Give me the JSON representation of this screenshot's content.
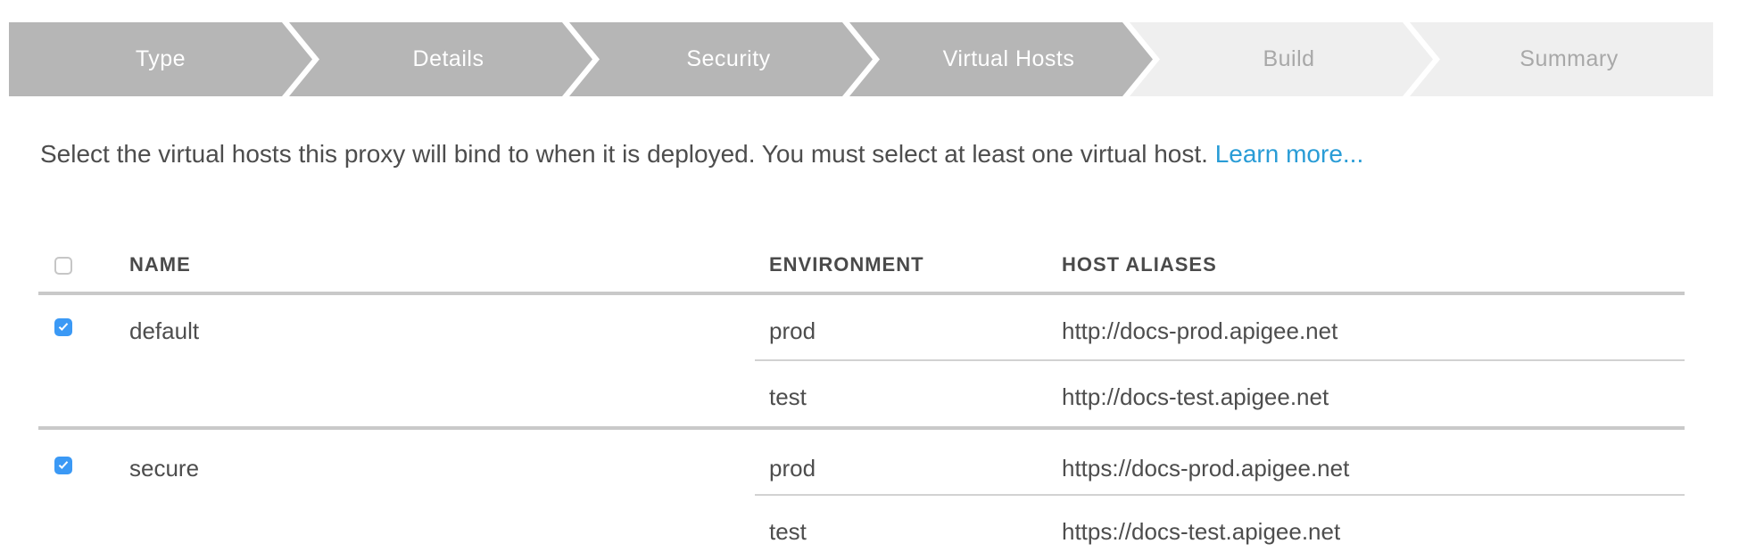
{
  "colors": {
    "step_active_bg": "#b6b6b6",
    "step_active_text": "#ffffff",
    "step_inactive_bg": "#efefef",
    "step_inactive_text": "#a8a8a8",
    "link_blue": "#299cd6",
    "checkbox_blue": "#3b99f5",
    "text_dark": "#4d4d4d",
    "separator_gray": "#c9c9c9"
  },
  "stepper": {
    "steps": [
      {
        "label": "Type",
        "state": "active"
      },
      {
        "label": "Details",
        "state": "active"
      },
      {
        "label": "Security",
        "state": "active"
      },
      {
        "label": "Virtual Hosts",
        "state": "active"
      },
      {
        "label": "Build",
        "state": "upcoming"
      },
      {
        "label": "Summary",
        "state": "upcoming"
      }
    ]
  },
  "description": {
    "text": "Select the virtual hosts this proxy will bind to when it is deployed. You must select at least one virtual host.",
    "link_label": "Learn more..."
  },
  "table": {
    "select_all_checked": false,
    "columns": [
      "NAME",
      "ENVIRONMENT",
      "HOST ALIASES"
    ],
    "rows": [
      {
        "name": "default",
        "checked": true,
        "entries": [
          {
            "environment": "prod",
            "host_alias": "http://docs-prod.apigee.net"
          },
          {
            "environment": "test",
            "host_alias": "http://docs-test.apigee.net"
          }
        ]
      },
      {
        "name": "secure",
        "checked": true,
        "entries": [
          {
            "environment": "prod",
            "host_alias": "https://docs-prod.apigee.net"
          },
          {
            "environment": "test",
            "host_alias": "https://docs-test.apigee.net"
          }
        ]
      }
    ]
  }
}
